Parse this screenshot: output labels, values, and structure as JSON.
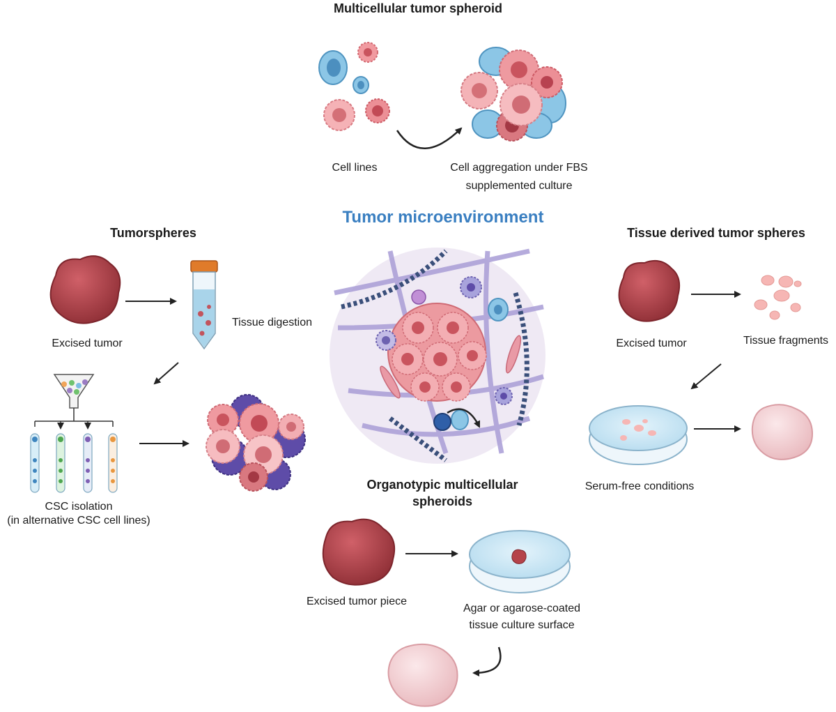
{
  "titles": {
    "multicellular": "Multicellular tumor spheroid",
    "tumorspheres": "Tumorspheres",
    "microenvironment": "Tumor microenvironment",
    "tissue_derived": "Tissue derived tumor spheres",
    "organotypic_line1": "Organotypic multicellular",
    "organotypic_line2": "spheroids"
  },
  "labels": {
    "cell_lines": "Cell lines",
    "aggregation_line1": "Cell aggregation under FBS",
    "aggregation_line2": "supplemented culture",
    "excised_tumor_left": "Excised tumor",
    "tissue_digestion": "Tissue digestion",
    "csc_line1": "CSC isolation",
    "csc_line2": "(in alternative CSC cell lines)",
    "excised_tumor_right": "Excised tumor",
    "tissue_fragments": "Tissue fragments",
    "serum_free": "Serum-free conditions",
    "excised_piece": "Excised tumor piece",
    "agar_line1": "Agar or agarose-coated",
    "agar_line2": "tissue culture surface"
  },
  "colors": {
    "microenvironment_title": "#3a7fc1",
    "tumor_red": "#b5434a",
    "cell_pink": "#ef9a9a",
    "cell_blue": "#7fbfe0",
    "stem_purple": "#6a5bb0",
    "fibre_purple": "#a79bd6",
    "tube_cap": "#e07b2a",
    "spheroid_pink": "#f4d6d8"
  }
}
